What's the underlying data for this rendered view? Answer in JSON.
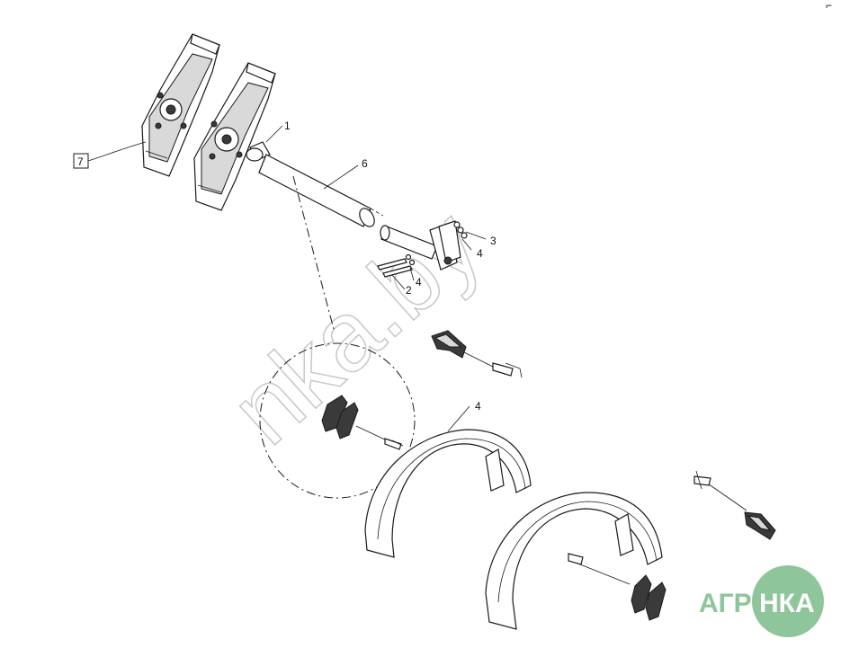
{
  "callouts": {
    "c1": "1",
    "c2": "2",
    "c3": "3",
    "c4a": "4",
    "c4b": "4",
    "c4c": "4",
    "c6": "6",
    "c7": "7"
  },
  "watermark": "nka.by",
  "logo": {
    "left_text": "АГРО",
    "right_text": "НКА",
    "green": "#8fc59a",
    "white": "#ffffff"
  },
  "corner_mark": "⌐"
}
